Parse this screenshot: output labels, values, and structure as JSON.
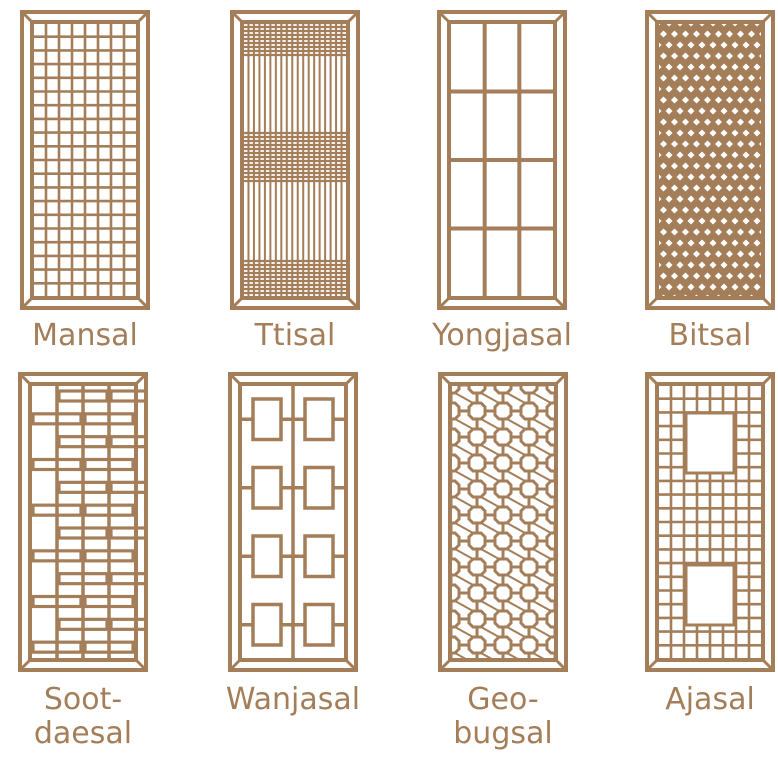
{
  "ink": "#a47e59",
  "panels": [
    {
      "label": "Mansal",
      "pattern": "fine-square-grid"
    },
    {
      "label": "Ttisal",
      "pattern": "banded-vertical-slats"
    },
    {
      "label": "Yongjasal",
      "pattern": "large-open-grid"
    },
    {
      "label": "Bitsal",
      "pattern": "diagonal-lattice"
    },
    {
      "label": "Soot-\ndaesal",
      "pattern": "interlocking-basketweave"
    },
    {
      "label": "Wanjasal",
      "pattern": "swastika-fret"
    },
    {
      "label": "Geo-\nbugsal",
      "pattern": "octagonal-tortoise-shell"
    },
    {
      "label": "Ajasal",
      "pattern": "grid-with-open-windows"
    }
  ]
}
